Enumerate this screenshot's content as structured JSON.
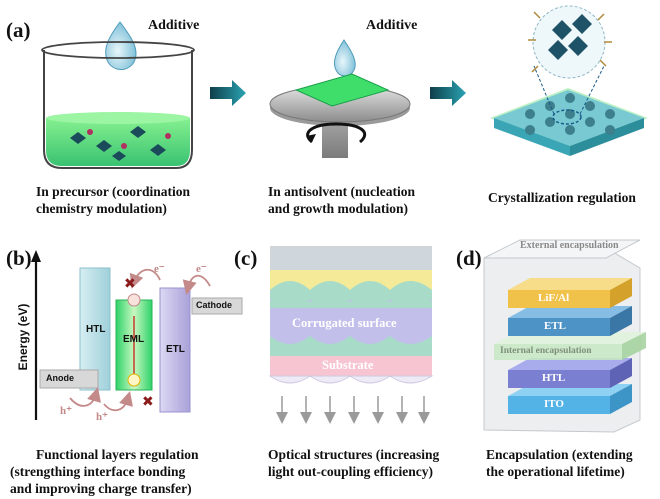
{
  "panel_a": {
    "label": "(a)",
    "additive_1": "Additive",
    "additive_2": "Additive",
    "caption_1": [
      "In precursor (coordination",
      "chemistry modulation)"
    ],
    "caption_2": [
      "In antisolvent (nucleation",
      "and growth modulation)"
    ],
    "caption_3": "Crystallization regulation"
  },
  "panel_b": {
    "label": "(b)",
    "y_axis": "Energy (eV)",
    "htl": "HTL",
    "eml": "EML",
    "etl": "ETL",
    "anode": "Anode",
    "cathode": "Cathode",
    "electron_1": "e⁻",
    "electron_2": "e⁻",
    "hole_1": "h⁺",
    "hole_2": "h⁺",
    "caption": [
      "Functional layers regulation",
      "(strengthing interface bonding",
      "and improving charge transfer)"
    ]
  },
  "panel_c": {
    "label": "(c)",
    "corrugated": "Corrugated surface",
    "substrate": "Substrate",
    "caption": [
      "Optical structures (increasing",
      "light out-coupling efficiency)"
    ]
  },
  "panel_d": {
    "label": "(d)",
    "external": "External encapsulation",
    "lifal": "LiF/Al",
    "etl": "ETL",
    "internal": "Internal encapsulation",
    "htl": "HTL",
    "ito": "ITO",
    "caption": [
      "Encapsulation (extending",
      "the operational lifetime)"
    ]
  },
  "colors": {
    "arrow_teal": "#1f8a9c",
    "emission_green": "#39d353",
    "htl_blue": "#bfe3ea",
    "etl_purple": "#c9c3ea",
    "hole_pink": "#c48a8a"
  }
}
